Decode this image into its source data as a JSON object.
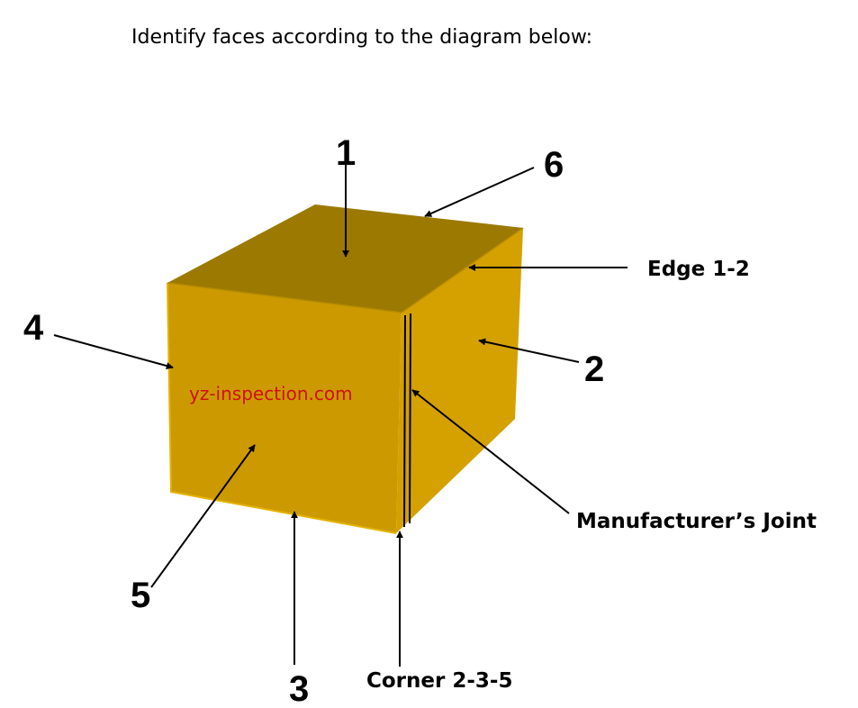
{
  "title": "Identify faces according to the diagram below:",
  "watermark": "yz-inspection.com",
  "colors": {
    "top_face": "#9C7900",
    "front_face": "#CC9A00",
    "right_face": "#D4A100",
    "edge_highlight": "#E6B200",
    "watermark": "#D01010"
  },
  "labels": {
    "face_1": "1",
    "face_2": "2",
    "face_3": "3",
    "face_4": "4",
    "face_5": "5",
    "face_6": "6",
    "edge_1_2": "Edge 1-2",
    "manufacturers_joint": "Manufacturer’s Joint",
    "corner_2_3_5": "Corner 2-3-5"
  }
}
